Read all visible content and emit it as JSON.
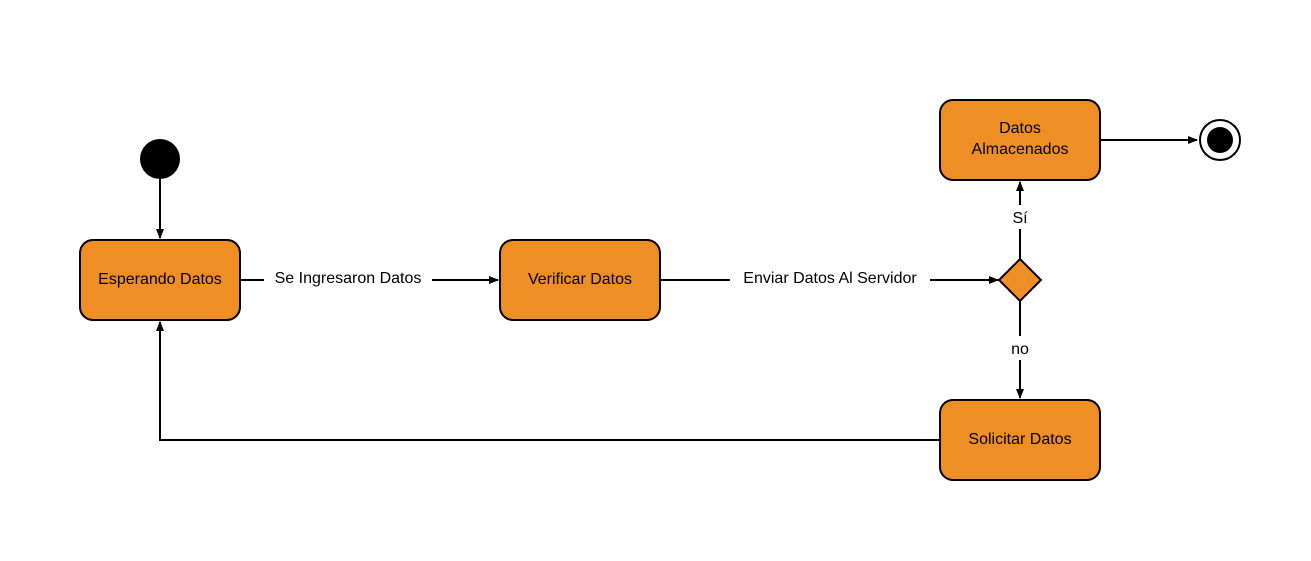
{
  "diagram": {
    "colors": {
      "state_fill": "#ef8e25",
      "stroke": "#000000",
      "background": "#ffffff"
    },
    "nodes": {
      "start": {
        "type": "initial-node"
      },
      "esperando": {
        "label": "Esperando Datos"
      },
      "verificar": {
        "label": "Verificar Datos"
      },
      "decision": {
        "type": "decision-node"
      },
      "almacenados": {
        "label_line1": "Datos",
        "label_line2": "Almacenados"
      },
      "solicitar": {
        "label": "Solicitar Datos"
      },
      "end": {
        "type": "final-node"
      }
    },
    "edges": {
      "esperando_to_verificar": {
        "label": "Se Ingresaron Datos"
      },
      "verificar_to_decision": {
        "label": "Enviar Datos Al Servidor"
      },
      "decision_to_almacenados": {
        "label": "Sí"
      },
      "decision_to_solicitar": {
        "label": "no"
      }
    }
  }
}
